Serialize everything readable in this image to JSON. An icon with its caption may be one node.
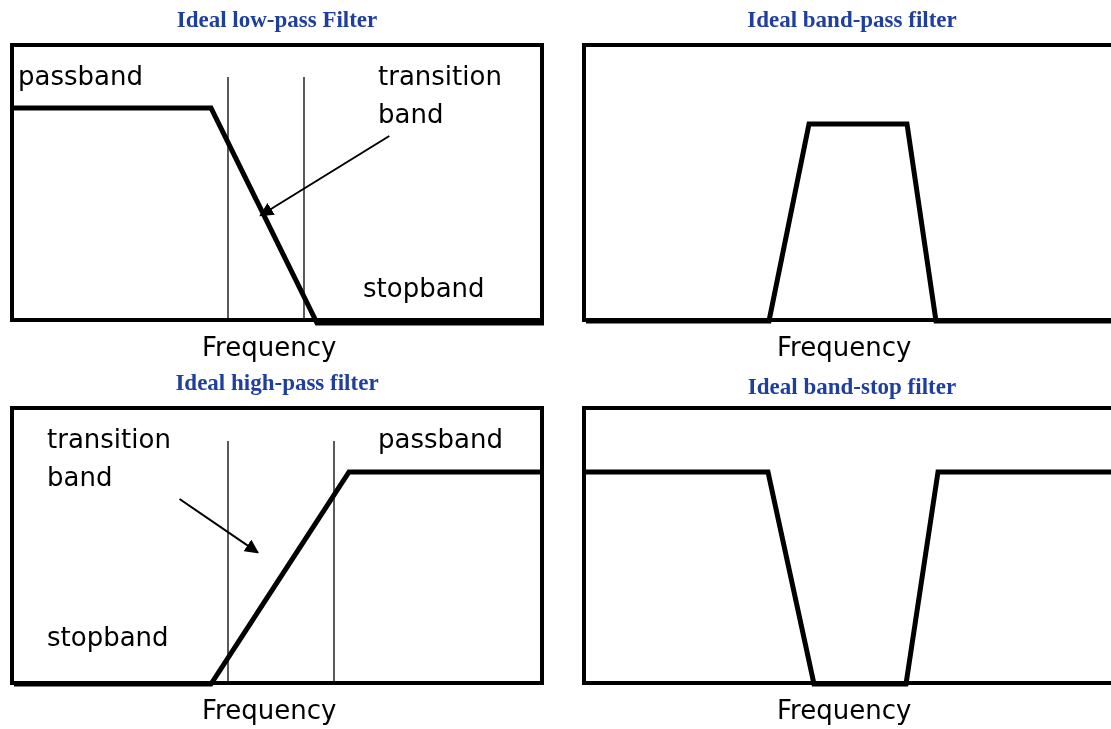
{
  "diagram": {
    "nodes": [
      {
        "text": [
          "Ideal low-pass Filter"
        ],
        "beside": [
          "Frequency"
        ]
      },
      {
        "text": [
          "transition band"
        ],
        "in": 0
      },
      {
        "text": [],
        "shape": "line",
        "in": 0
      },
      {
        "text": [
          "Ideal band-pass filter"
        ],
        "beside": [
          "Frequency"
        ]
      },
      {
        "text": [
          "Ideal high-pass filter"
        ],
        "beside": [
          "Frequency"
        ]
      },
      {
        "text": [
          "transition band"
        ],
        "in": 4
      },
      {
        "text": [],
        "shape": "line",
        "in": 4
      },
      {
        "text": [
          "Ideal band-stop filter"
        ],
        "beside": [
          "Frequency"
        ]
      }
    ],
    "edges": [
      {
        "from": 1,
        "to": 2,
        "arrow": "to"
      },
      {
        "from": 5,
        "to": 6,
        "arrow": "to"
      }
    ],
    "labels": [
      "passband",
      "stopband",
      "passband",
      "stopband"
    ]
  }
}
